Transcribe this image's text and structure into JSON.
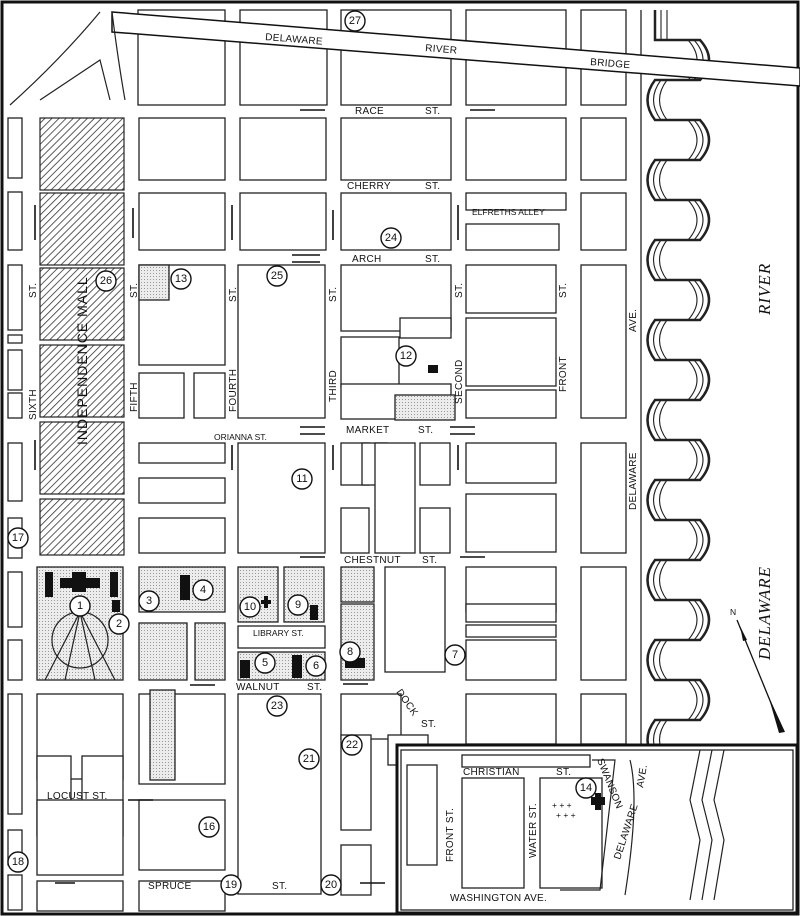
{
  "bridge": {
    "words": [
      "DELAWARE",
      "RIVER",
      "BRIDGE"
    ]
  },
  "streets": {
    "race": [
      "RACE",
      "ST."
    ],
    "cherry": [
      "CHERRY",
      "ST."
    ],
    "elfreths": "ELFRETHS ALLEY",
    "arch": [
      "ARCH",
      "ST."
    ],
    "market": [
      "MARKET",
      "ST."
    ],
    "orianna": "ORIANNA ST.",
    "chestnut": [
      "CHESTNUT",
      "ST."
    ],
    "library": "LIBRARY ST.",
    "walnut": [
      "WALNUT",
      "ST."
    ],
    "dock": [
      "DOCK",
      "ST."
    ],
    "locust": "LOCUST ST.",
    "spruce": [
      "SPRUCE",
      "ST."
    ],
    "sixth": [
      "SIXTH",
      "ST."
    ],
    "fifth": [
      "FIFTH",
      "ST."
    ],
    "fourth": [
      "FOURTH",
      "ST."
    ],
    "third": [
      "THIRD",
      "ST."
    ],
    "second": [
      "SECOND",
      "ST."
    ],
    "front": [
      "FRONT",
      "ST."
    ],
    "delaware_ave": [
      "DELAWARE",
      "AVE."
    ]
  },
  "areas": {
    "mall": "INDEPENDENCE MALL",
    "river": [
      "DELAWARE",
      "RIVER"
    ]
  },
  "inset": {
    "christian": [
      "CHRISTIAN",
      "ST."
    ],
    "front": "FRONT ST.",
    "water": "WATER ST.",
    "swanson": "SWANSON",
    "delaware": "DELAWARE",
    "ave": "AVE.",
    "washington": "WASHINGTON AVE."
  },
  "markers": [
    "1",
    "2",
    "3",
    "4",
    "5",
    "6",
    "7",
    "8",
    "9",
    "10",
    "11",
    "12",
    "13",
    "14",
    "16",
    "17",
    "18",
    "19",
    "20",
    "21",
    "22",
    "23",
    "24",
    "25",
    "26",
    "27"
  ],
  "compass": "N"
}
